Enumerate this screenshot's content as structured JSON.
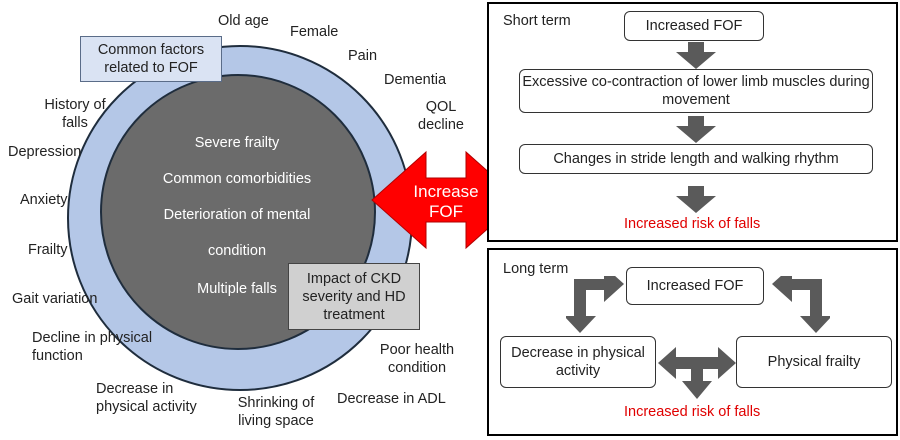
{
  "colors": {
    "outer_circle": "#b4c7e7",
    "inner_circle": "#6b6b6b",
    "common_box_bg": "#dae3f3",
    "ckd_box_bg": "#d0d0d0",
    "arrow_red": "#ff0000",
    "arrow_gray": "#5a5a5a",
    "risk_text": "#e00000"
  },
  "left": {
    "common_factors_box": "Common factors related to FOF",
    "outer_factors": {
      "old_age": "Old age",
      "female": "Female",
      "pain": "Pain",
      "dementia": "Dementia",
      "qol_decline": "QOL decline",
      "history_of_falls": "History of falls",
      "depression": "Depression",
      "anxiety": "Anxiety",
      "frailty": "Frailty",
      "gait_variation": "Gait variation",
      "decline_physical_function": "Decline in physical function",
      "decrease_physical_activity": "Decrease in physical activity",
      "shrinking_living_space": "Shrinking of living space",
      "decrease_adl": "Decrease in ADL",
      "poor_health_condition": "Poor health condition"
    },
    "inner_factors": [
      "Severe frailty",
      "Common comorbidities",
      "Deterioration of mental",
      "condition",
      "Multiple falls"
    ],
    "ckd_box": "Impact of CKD severity and HD treatment"
  },
  "center_arrow": {
    "line1": "Increase",
    "line2": "FOF"
  },
  "short_term": {
    "title": "Short term",
    "steps": [
      "Increased FOF",
      "Excessive co-contraction of lower limb muscles during movement",
      "Changes in stride length and walking rhythm"
    ],
    "outcome": "Increased risk of falls"
  },
  "long_term": {
    "title": "Long term",
    "top": "Increased FOF",
    "left": "Decrease in physical activity",
    "right": "Physical frailty",
    "outcome": "Increased risk of falls"
  }
}
